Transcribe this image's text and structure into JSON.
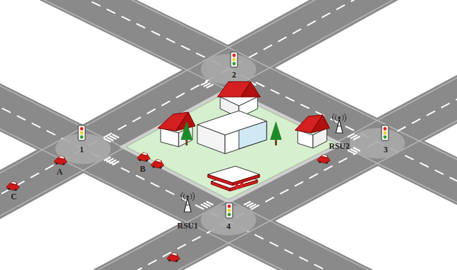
{
  "diagram": {
    "labels": [
      "2",
      "1",
      "A",
      "B",
      "RSU2",
      "3",
      "C",
      "RSU1",
      "4"
    ]
  }
}
